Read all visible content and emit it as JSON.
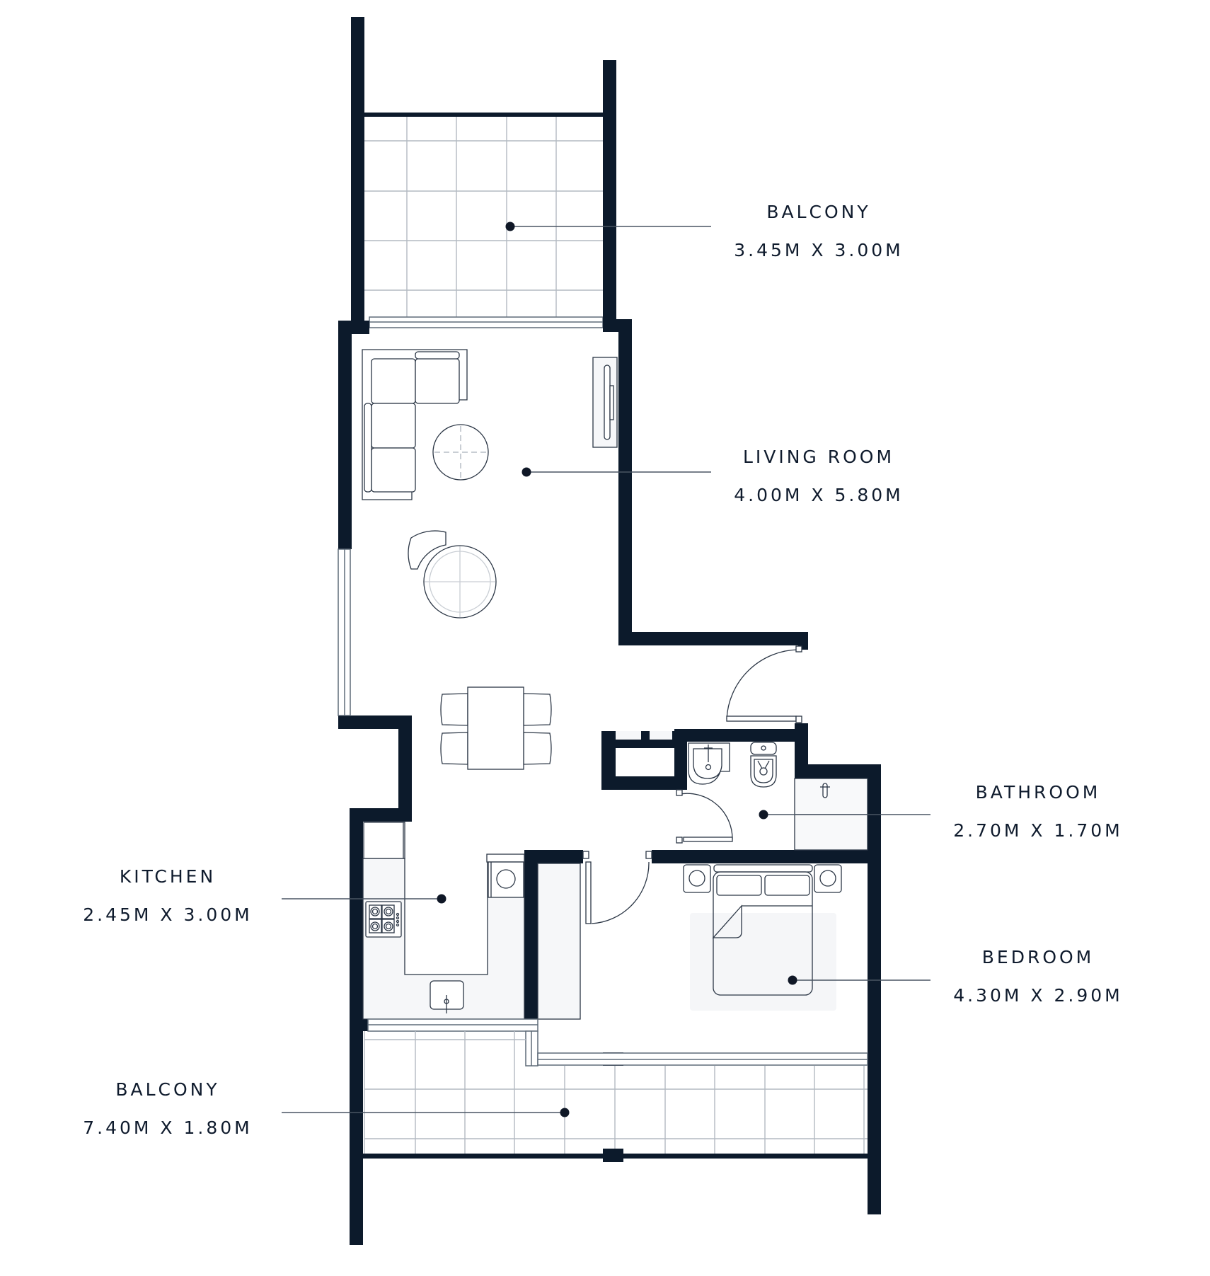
{
  "plan_title": "Apartment Floor Plan",
  "colors": {
    "wall": "#0c1a2b",
    "grid": "#b3bac2",
    "text": "#0f1b2d",
    "background": "#ffffff"
  },
  "rooms": [
    {
      "id": "balcony-top",
      "name": "BALCONY",
      "dimensions": "3.45M X 3.00M"
    },
    {
      "id": "living-room",
      "name": "LIVING ROOM",
      "dimensions": "4.00M X 5.80M"
    },
    {
      "id": "bathroom",
      "name": "BATHROOM",
      "dimensions": "2.70M X 1.70M"
    },
    {
      "id": "kitchen",
      "name": "KITCHEN",
      "dimensions": "2.45M X 3.00M"
    },
    {
      "id": "bedroom",
      "name": "BEDROOM",
      "dimensions": "4.30M X 2.90M"
    },
    {
      "id": "balcony-bottom",
      "name": "BALCONY",
      "dimensions": "7.40M X 1.80M"
    }
  ],
  "furniture": [
    "sofa-icon",
    "coffee-table-icon",
    "tv-unit-icon",
    "armchair-icon",
    "dining-table-icon",
    "stove-icon",
    "sink-icon",
    "washer-icon",
    "fridge-icon",
    "toilet-icon",
    "basin-icon",
    "shower-icon",
    "bed-icon",
    "nightstand-icon",
    "rug-icon",
    "door-icon"
  ]
}
